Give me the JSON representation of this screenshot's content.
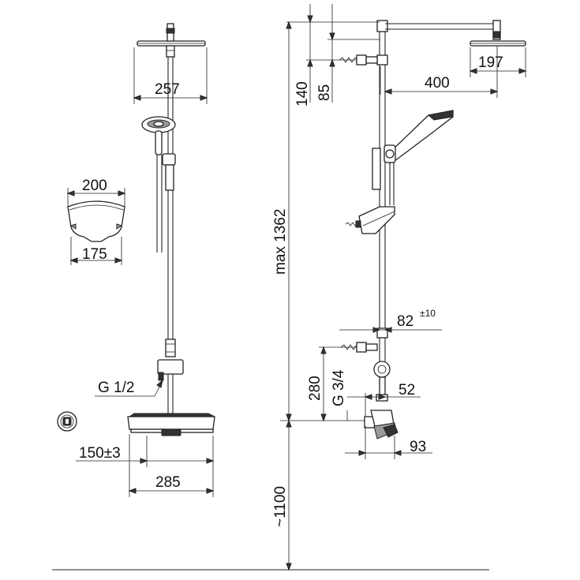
{
  "labels": {
    "d257": "257",
    "d200": "200",
    "d175": "175",
    "g12": "G 1/2",
    "d150": "150±3",
    "d285": "285",
    "d140": "140",
    "d85": "85",
    "d400": "400",
    "d197": "197",
    "max1362": "max 1362",
    "d82": "82",
    "d82tol": "±10",
    "d280": "280",
    "g34": "G 3/4",
    "d52": "52",
    "d93": "93",
    "d1100": "~1100"
  },
  "colors": {
    "line": "#222222",
    "background": "#ffffff",
    "fill_dark": "#333333",
    "fill_grey": "#9a9a9a"
  }
}
